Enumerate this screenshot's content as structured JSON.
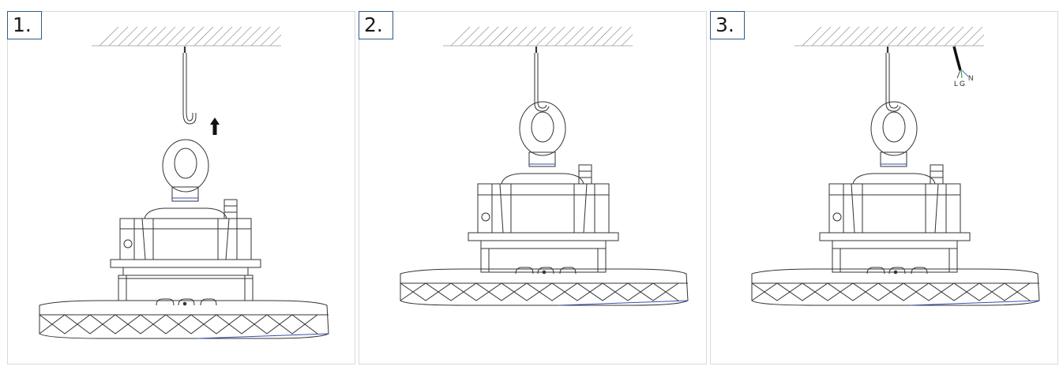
{
  "steps": [
    {
      "label": "1.",
      "stage": "hook-lifting-into-eye-bolt"
    },
    {
      "label": "2.",
      "stage": "hung-on-hook"
    },
    {
      "label": "3.",
      "stage": "hung-with-power-cable"
    }
  ],
  "wire_labels": {
    "live": "L",
    "ground": "G",
    "neutral": "N"
  },
  "icons": {
    "up": "up-arrow-icon"
  },
  "colors": {
    "label_border": "#2d5d8a",
    "line": "#333333",
    "accent_line": "#3a4db3",
    "cable": "#111111"
  }
}
